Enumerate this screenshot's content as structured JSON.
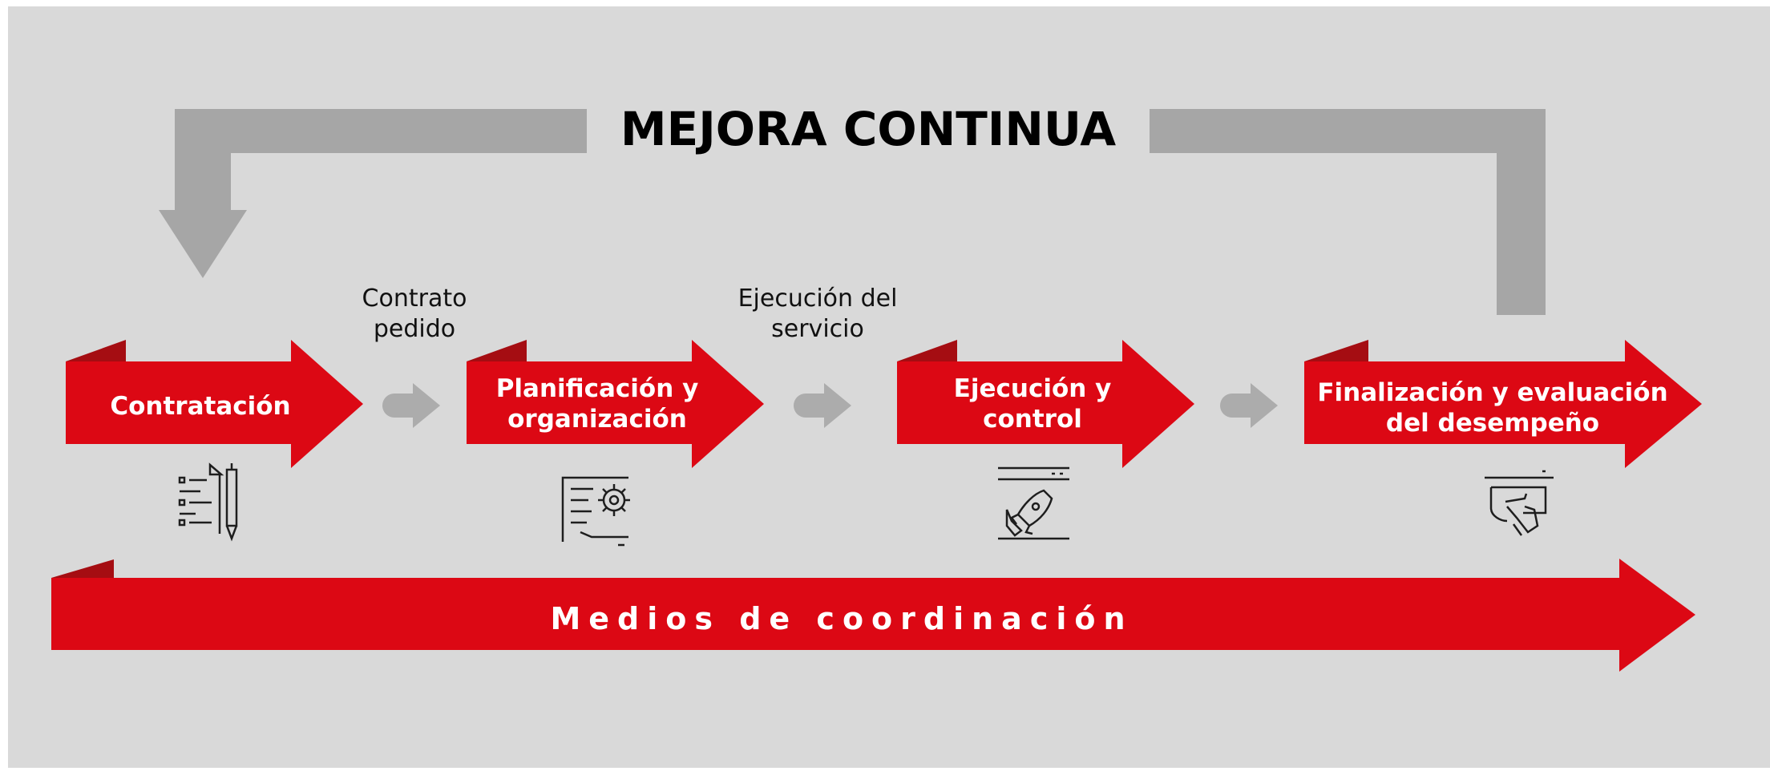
{
  "diagram": {
    "title": "MEJORA CONTINUA",
    "stages": [
      {
        "label": "Contratación",
        "icon": "checklist-pen-icon"
      },
      {
        "label": "Planificación y organización",
        "icon": "document-gear-icon"
      },
      {
        "label": "Ejecución y control",
        "icon": "rocket-hand-icon"
      },
      {
        "label": "Finalización y evaluación del desempeño",
        "icon": "hand-pointer-screen-icon"
      }
    ],
    "transitions": [
      {
        "label": "Contrato pedido"
      },
      {
        "label": "Ejecución del servicio"
      }
    ],
    "bottom_bar": {
      "label": "Medios de coordinación"
    },
    "colors": {
      "background": "#d9d9d9",
      "arrow_red": "#dc0814",
      "arrow_fold": "#a50d12",
      "loop_gray": "#a6a6a6",
      "connector_gray": "#acacac"
    }
  }
}
